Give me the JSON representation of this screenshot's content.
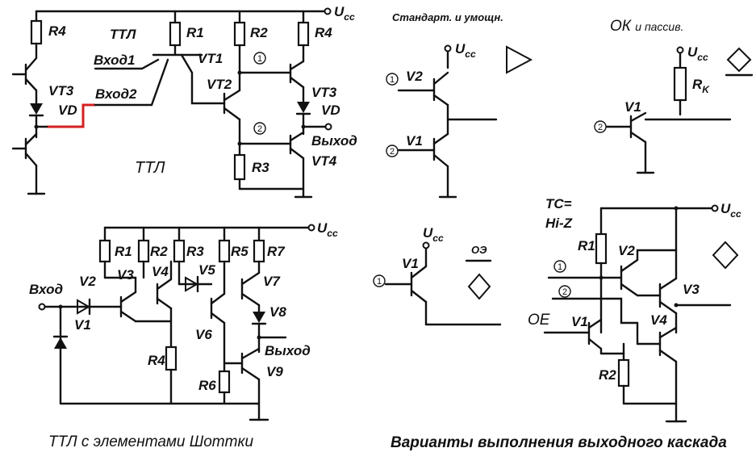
{
  "labels": {
    "ucc": "U",
    "ucc_sub": "cc",
    "r1": "R1",
    "r2": "R2",
    "r3": "R3",
    "r4": "R4",
    "r5": "R5",
    "r6": "R6",
    "r7": "R7",
    "vt1": "VT1",
    "vt2": "VT2",
    "vt3": "VT3",
    "vt4": "VT4",
    "vd": "VD",
    "v1": "V1",
    "v2": "V2",
    "v3": "V3",
    "v4": "V4",
    "v5": "V5",
    "v6": "V6",
    "v7": "V7",
    "v8": "V8",
    "v9": "V9",
    "ttl": "ТТЛ",
    "input1": "Вход1",
    "input2": "Вход2",
    "input": "Вход",
    "output": "Выход",
    "rk_r": "R",
    "rk_k": "K",
    "num1": "1",
    "num2": "2",
    "tc": "TC=",
    "hiz": "Hi-Z",
    "oe": "OE",
    "oe_ru": "ОЭ",
    "ok_main": "ОК",
    "ok_rest": "и пассив.",
    "std": "Стандарт. и умощн."
  },
  "captions": {
    "schottky": "ТТЛ с элементами Шоттки",
    "variants": "Варианты выполнения выходного каскада"
  },
  "colors": {
    "line": "#111111",
    "highlight": "#d42020"
  },
  "icons": [
    "triangle-symbol",
    "diamond-underlined-symbol",
    "diamond-symbol",
    "diamond-overlined-symbol"
  ]
}
